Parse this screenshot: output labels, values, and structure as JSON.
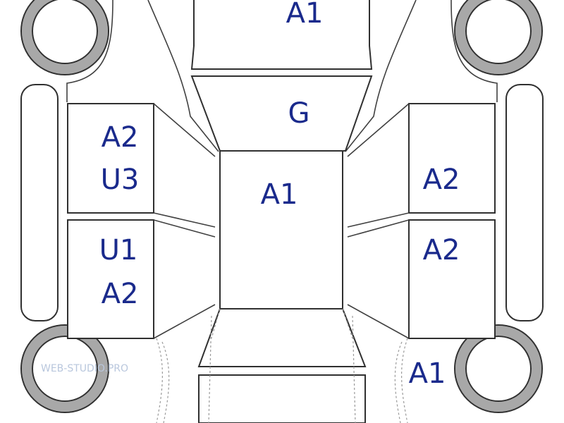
{
  "labels": {
    "hood": "A1",
    "windshield": "G",
    "roof": "A1",
    "left_front_door": [
      "A2",
      "U3"
    ],
    "left_rear_door": [
      "U1",
      "A2"
    ],
    "right_front_door": "A2",
    "right_rear_door": "A2",
    "rear_right": "A1"
  },
  "watermark": "WEB-STUDIO.PRO",
  "colors": {
    "code_text": "#1a2a8c",
    "outline": "#303030",
    "tire_band": "#a8a8a8",
    "watermark": "#b9c7dd"
  },
  "icons": [
    "wheel-icon"
  ]
}
